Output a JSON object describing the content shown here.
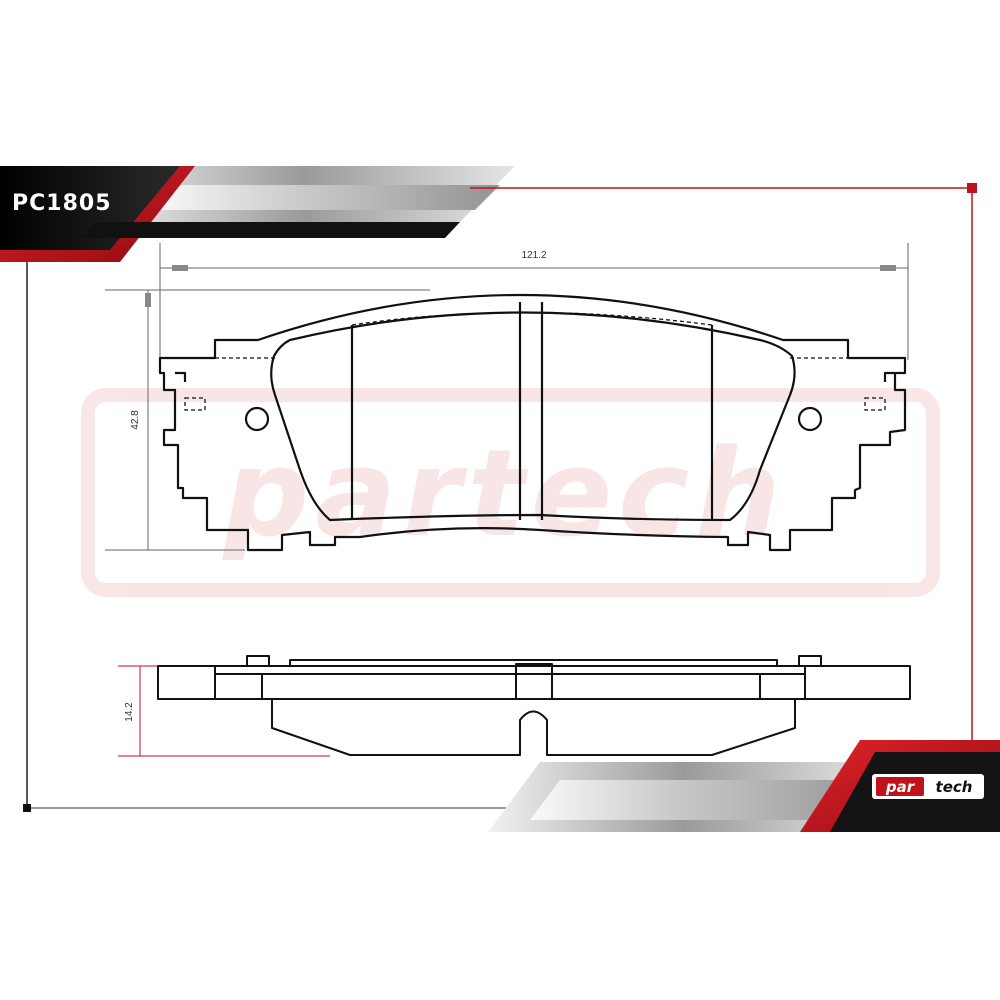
{
  "part_code": "PC1805",
  "dimensions": {
    "width_label": "121.2",
    "height_label": "42.8",
    "thickness_label": "14.2"
  },
  "brand": {
    "part1": "par",
    "part2": "tech",
    "accent_color": "#c0121b",
    "dark_color": "#111111"
  }
}
